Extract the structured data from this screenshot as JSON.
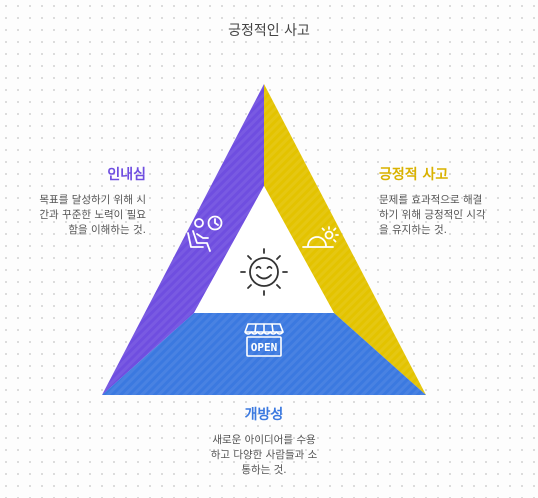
{
  "title": "긍정적인 사고",
  "colors": {
    "left": "#6f4ee0",
    "right": "#e3c300",
    "bottom": "#3b79e0",
    "left_heading": "#6f4ee0",
    "right_heading": "#d9b200",
    "bottom_heading": "#3b79e0"
  },
  "sections": {
    "left": {
      "heading": "인내심",
      "description": "목표를 달성하기 위해 시\n간과 꾸준한 노력이 필요\n함을 이해하는 것.",
      "icon": "person-waiting-clock-icon"
    },
    "right": {
      "heading": "긍정적 사고",
      "description": "문제를 효과적으로 해결\n하기 위해 긍정적인 시각\n을 유지하는 것.",
      "icon": "sunrise-icon"
    },
    "bottom": {
      "heading": "개방성",
      "description": "새로운 아이디어를 수용\n하고 다양한 사람들과 소\n통하는 것.",
      "icon": "open-shop-icon",
      "icon_text": "OPEN"
    },
    "center": {
      "icon": "smiling-sun-icon"
    }
  }
}
